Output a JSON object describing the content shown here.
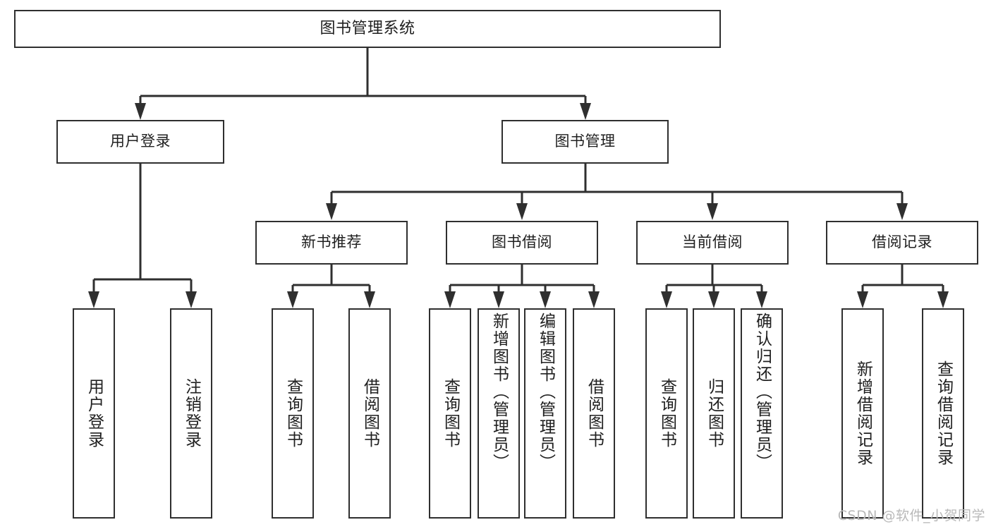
{
  "diagram": {
    "title": "图书管理系统",
    "type": "tree",
    "watermark": "CSDN @软件_小贺同学",
    "nodes": {
      "root": {
        "label": "图书管理系统"
      },
      "level2": [
        {
          "label": "用户登录"
        },
        {
          "label": "图书管理"
        }
      ],
      "level3": [
        {
          "label": "新书推荐"
        },
        {
          "label": "图书借阅"
        },
        {
          "label": "当前借阅"
        },
        {
          "label": "借阅记录"
        }
      ],
      "leaves": {
        "user_login": [
          {
            "label": "用户登录"
          },
          {
            "label": "注销登录"
          }
        ],
        "new_book_recommend": [
          {
            "label": "查询图书"
          },
          {
            "label": "借阅图书"
          }
        ],
        "book_borrow": [
          {
            "label": "查询图书"
          },
          {
            "label": "新增图书（管理员）"
          },
          {
            "label": "编辑图书（管理员）"
          },
          {
            "label": "借阅图书"
          }
        ],
        "current_borrow": [
          {
            "label": "查询图书"
          },
          {
            "label": "归还图书"
          },
          {
            "label": "确认归还（管理员）"
          }
        ],
        "borrow_record": [
          {
            "label": "新增借阅记录"
          },
          {
            "label": "查询借阅记录"
          }
        ]
      }
    },
    "colors": {
      "stroke": "#2f2f2f",
      "fill": "#ffffff",
      "text": "#202020",
      "watermark": "#b9b9b9"
    }
  }
}
